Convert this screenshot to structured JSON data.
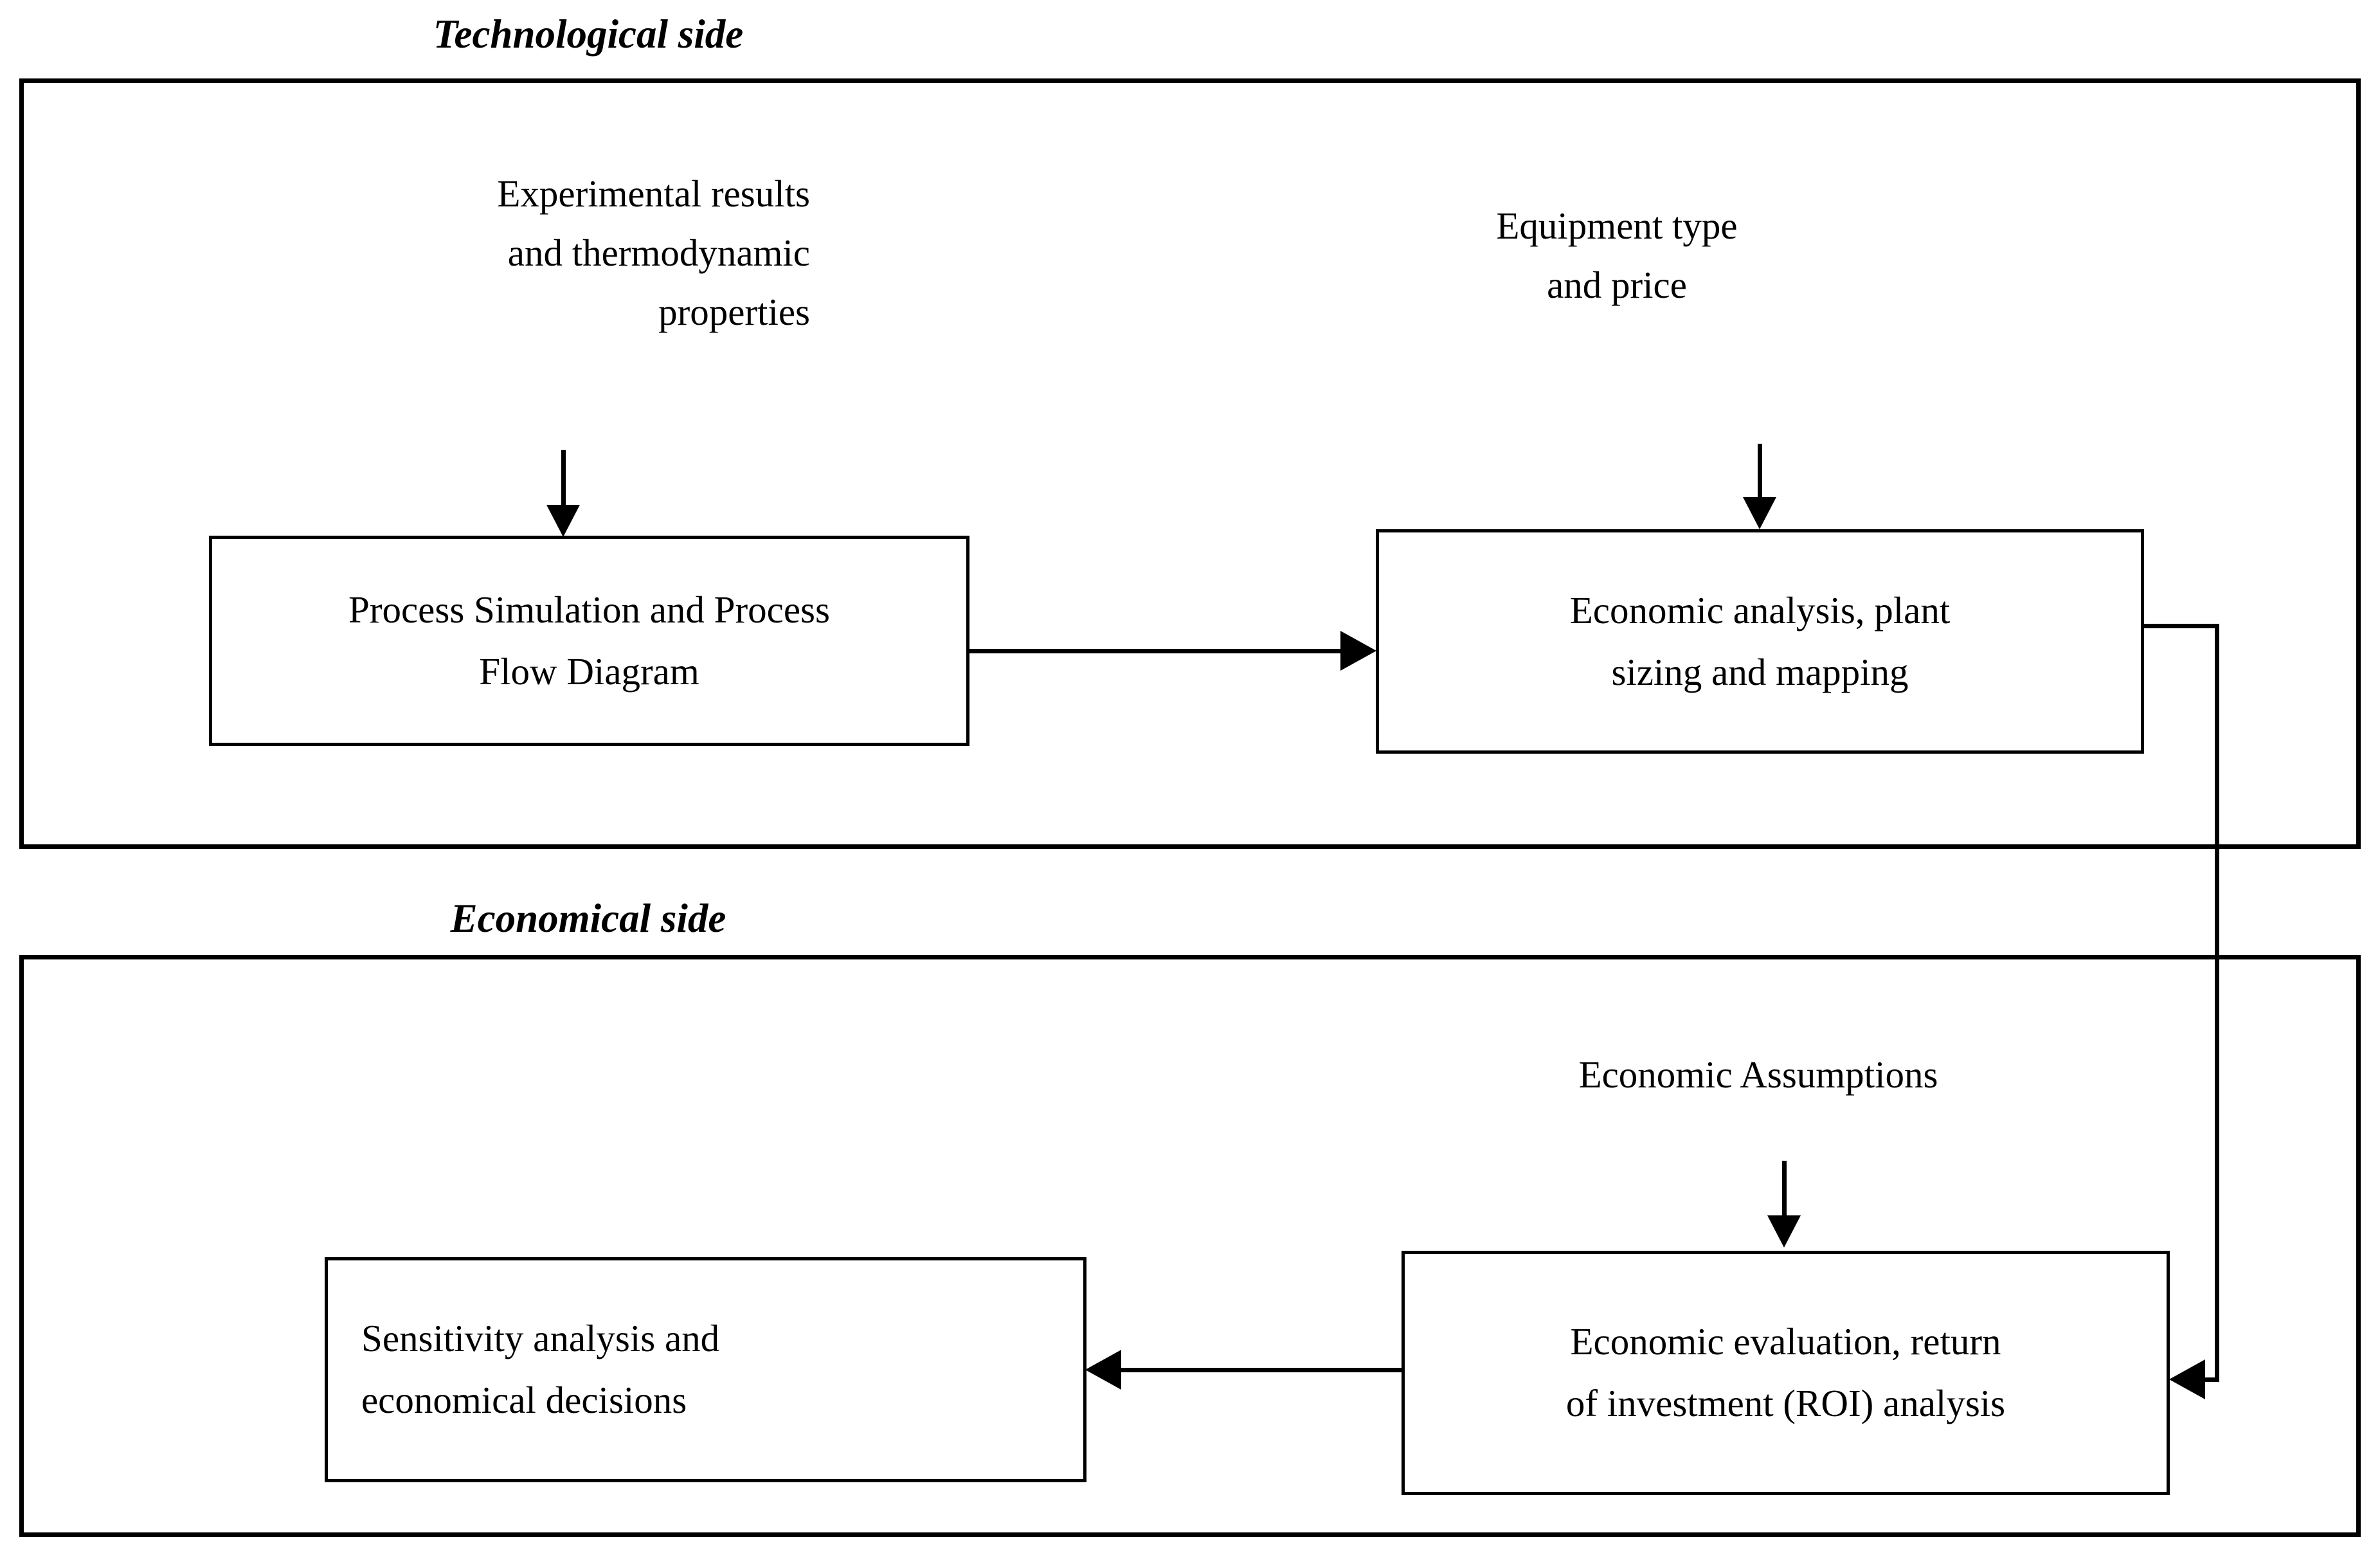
{
  "diagram": {
    "sections": [
      {
        "id": "technological",
        "title": "Technological side",
        "inputs": [
          {
            "name": "experimental-results",
            "lines": [
              "Experimental results",
              "and thermodynamic",
              "properties"
            ]
          },
          {
            "name": "equipment-type",
            "lines": [
              "Equipment type",
              "and price"
            ]
          }
        ],
        "boxes": [
          {
            "name": "process-simulation",
            "lines": [
              "Process Simulation and Process",
              "Flow Diagram"
            ]
          },
          {
            "name": "economic-analysis",
            "lines": [
              "Economic analysis, plant",
              "sizing and mapping"
            ]
          }
        ]
      },
      {
        "id": "economical",
        "title": "Economical side",
        "inputs": [
          {
            "name": "economic-assumptions",
            "lines": [
              "Economic Assumptions"
            ]
          }
        ],
        "boxes": [
          {
            "name": "sensitivity-analysis",
            "lines": [
              "Sensitivity analysis and",
              "economical decisions"
            ]
          },
          {
            "name": "economic-evaluation",
            "lines": [
              "Economic evaluation, return",
              "of investment (ROI) analysis"
            ]
          }
        ]
      }
    ],
    "connectors": [
      {
        "name": "experimental-to-process",
        "from": "experimental-results",
        "to": "process-simulation",
        "direction": "down"
      },
      {
        "name": "equipment-to-economic-analysis",
        "from": "equipment-type",
        "to": "economic-analysis",
        "direction": "down"
      },
      {
        "name": "process-to-economic-analysis",
        "from": "process-simulation",
        "to": "economic-analysis",
        "direction": "right"
      },
      {
        "name": "assumptions-to-evaluation",
        "from": "economic-assumptions",
        "to": "economic-evaluation",
        "direction": "down"
      },
      {
        "name": "economic-analysis-to-evaluation",
        "from": "economic-analysis",
        "to": "economic-evaluation",
        "direction": "down-left"
      },
      {
        "name": "evaluation-to-sensitivity",
        "from": "economic-evaluation",
        "to": "sensitivity-analysis",
        "direction": "left"
      }
    ],
    "colors": {
      "line": "#000000",
      "background": "#ffffff",
      "text": "#000000"
    }
  }
}
